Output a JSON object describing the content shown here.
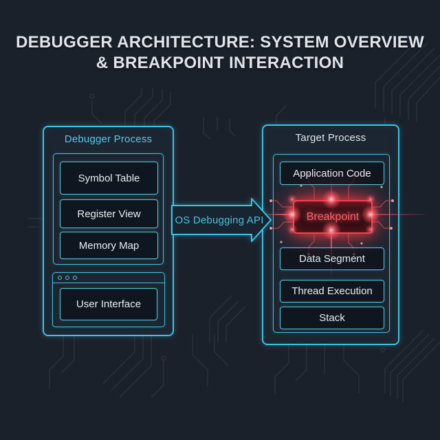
{
  "title": {
    "line1": "DEBUGGER ARCHITECTURE: SYSTEM OVERVIEW",
    "line2": "& BREAKPOINT INTERACTION"
  },
  "debugger_panel": {
    "label": "Debugger Process",
    "modules": [
      "Symbol Table",
      "Register View",
      "Memory Map"
    ],
    "window": {
      "module": "User Interface"
    }
  },
  "connector": {
    "label": "OS Debugging API"
  },
  "target_panel": {
    "label": "Target Process",
    "top_module": "Application Code",
    "breakpoint": "Breakpoint",
    "bottom_modules": [
      "Data Segment",
      "Thread Execution",
      "Stack"
    ]
  },
  "colors": {
    "background": "#1b212b",
    "accent_cyan": "#3cc4e4",
    "label_cyan": "#55c8e3",
    "alert_red": "#ff3d4c",
    "text_light": "#e8edf1"
  }
}
